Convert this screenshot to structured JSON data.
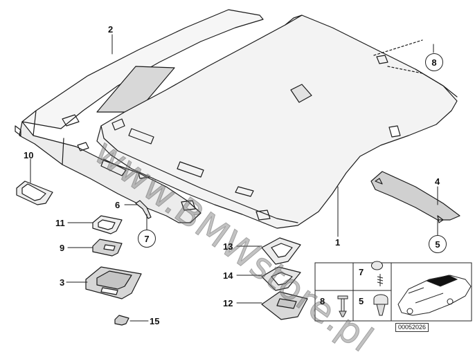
{
  "labels": {
    "l1": "1",
    "l2": "2",
    "l3": "3",
    "l4": "4",
    "l5": "5",
    "l6": "6",
    "l7": "7",
    "l8": "8",
    "l9": "9",
    "l10": "10",
    "l11": "11",
    "l12": "12",
    "l13": "13",
    "l14": "14",
    "l15": "15"
  },
  "circles": {
    "c5": "5",
    "c7": "7",
    "c8": "8"
  },
  "box": {
    "b7": "7",
    "b8": "8",
    "b5": "5"
  },
  "watermark": "www.BMWstore.pl",
  "diagram_code": "00052026"
}
